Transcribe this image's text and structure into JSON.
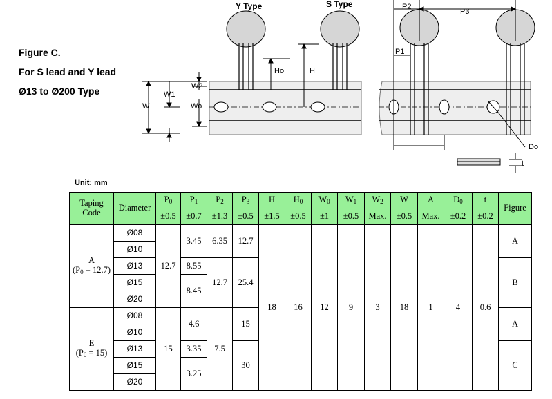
{
  "figure_caption": {
    "line1": "Figure C.",
    "line2": "For S lead and Y lead",
    "line3": "Ø13 to Ø200 Type"
  },
  "drawing_labels": {
    "y_type": "Y Type",
    "s_type": "S Type",
    "p2": "P2",
    "p3": "P3",
    "p1": "P1",
    "ho": "Ho",
    "h": "H",
    "w2": "W2",
    "w1": "W1",
    "w": "W",
    "wo": "Wo",
    "do": "Do",
    "t": "t"
  },
  "unit": "Unit: mm",
  "table": {
    "header_row1": {
      "taping_code_l1": "Taping",
      "taping_code_l2": "Code",
      "diameter": "Diameter",
      "p0_base": "P",
      "p0_sub": "0",
      "p1_base": "P",
      "p1_sub": "1",
      "p2_base": "P",
      "p2_sub": "2",
      "p3_base": "P",
      "p3_sub": "3",
      "h": "H",
      "h0_base": "H",
      "h0_sub": "0",
      "w0_base": "W",
      "w0_sub": "0",
      "w1_base": "W",
      "w1_sub": "1",
      "w2_base": "W",
      "w2_sub": "2",
      "w": "W",
      "a": "A",
      "d0_base": "D",
      "d0_sub": "0",
      "t": "t",
      "figure": "Figure"
    },
    "header_row2": {
      "p0": "±0.5",
      "p1": "±0.7",
      "p2": "±1.3",
      "p3": "±0.5",
      "h": "±1.5",
      "h0": "±0.5",
      "w0": "±1",
      "w1": "±0.5",
      "w2": "Max.",
      "w": "±0.5",
      "a": "Max.",
      "d0": "±0.2",
      "t": "±0.2"
    },
    "group_a": {
      "code": "A",
      "sub_open": "(P",
      "sub_sub": "0",
      "sub_close": " = 12.7)"
    },
    "group_e": {
      "code": "E",
      "sub_open": "(P",
      "sub_sub": "0",
      "sub_close": " = 15)"
    },
    "diameters_a": [
      "Ø08",
      "Ø10",
      "Ø13",
      "Ø15",
      "Ø20"
    ],
    "diameters_e": [
      "Ø08",
      "Ø10",
      "Ø13",
      "Ø15",
      "Ø20"
    ],
    "values": {
      "a_p0": "12.7",
      "a_p1_1": "3.45",
      "a_p1_2": "8.55",
      "a_p1_3": "8.45",
      "a_p2_1": "6.35",
      "a_p2_2": "12.7",
      "a_p3_1": "12.7",
      "a_p3_2": "25.4",
      "e_p0": "15",
      "e_p1_1": "4.6",
      "e_p1_2": "3.35",
      "e_p1_3": "3.25",
      "e_p2": "7.5",
      "e_p3_1": "15",
      "e_p3_2": "30",
      "h": "18",
      "h0": "16",
      "w0": "12",
      "w1": "9",
      "w2": "3",
      "w": "18",
      "a": "1",
      "d0": "4",
      "t": "0.6"
    },
    "figures": [
      "A",
      "B",
      "A",
      "C"
    ]
  }
}
